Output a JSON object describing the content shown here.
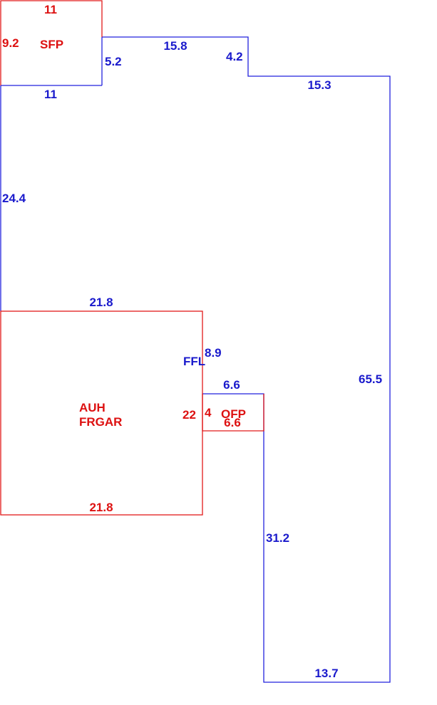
{
  "colors": {
    "main_outline": "#2222dd",
    "sub_area_outline": "#e21a1a",
    "main_label": "#1a1acc",
    "sub_area_label": "#dd1111"
  },
  "areas": {
    "main": {
      "code": "FFL"
    },
    "sfp": {
      "code": "SFP"
    },
    "garage": {
      "code_line1": "AUH",
      "code_line2": "FRGAR"
    },
    "ofp": {
      "code": "OFP"
    }
  },
  "dimensions": {
    "main": {
      "top_left": "15.8",
      "step_down": "4.2",
      "top_right": "15.3",
      "right": "65.5",
      "bottom": "13.7",
      "lower_left": "31.2",
      "ofp_top": "6.6",
      "garage_right_upper": "8.9",
      "left": "24.4",
      "sfp_bottom": "11",
      "sfp_right": "5.2"
    },
    "sfp": {
      "top": "11",
      "left": "9.2"
    },
    "garage": {
      "top": "21.8",
      "bottom": "21.8",
      "right": "22"
    },
    "ofp": {
      "left": "4",
      "bottom": "6.6"
    }
  }
}
